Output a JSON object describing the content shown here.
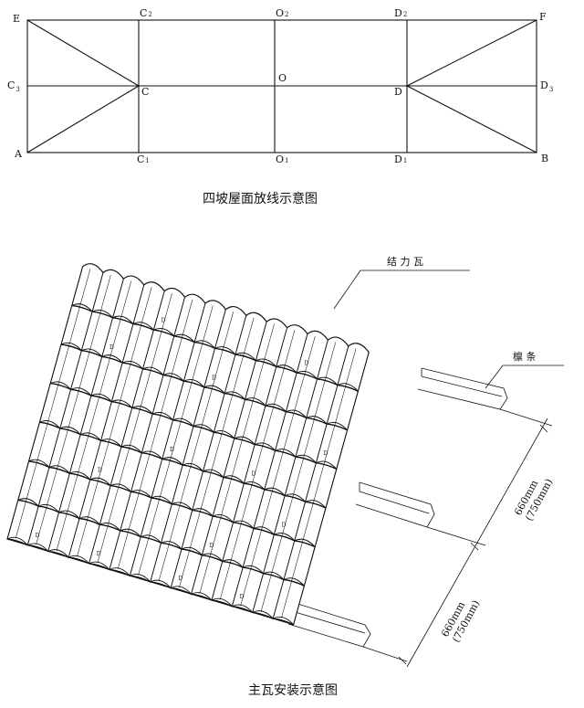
{
  "plan": {
    "caption": "四坡屋面放线示意图",
    "points": {
      "A": {
        "base": "A",
        "sub": ""
      },
      "B": {
        "base": "B",
        "sub": ""
      },
      "E": {
        "base": "E",
        "sub": ""
      },
      "F": {
        "base": "F",
        "sub": ""
      },
      "C": {
        "base": "C",
        "sub": ""
      },
      "C1": {
        "base": "C",
        "sub": "1"
      },
      "C2": {
        "base": "C",
        "sub": "2"
      },
      "C3": {
        "base": "C",
        "sub": "3"
      },
      "O": {
        "base": "O",
        "sub": ""
      },
      "O1": {
        "base": "O",
        "sub": "1"
      },
      "O2": {
        "base": "O",
        "sub": "2"
      },
      "D": {
        "base": "D",
        "sub": ""
      },
      "D1": {
        "base": "D",
        "sub": "1"
      },
      "D2": {
        "base": "D",
        "sub": "2"
      },
      "D3": {
        "base": "D",
        "sub": "3"
      }
    }
  },
  "install": {
    "caption": "主瓦安装示意图",
    "callout_tile": "结 力 瓦",
    "callout_purlin": "檩  条",
    "tile_mark": "D",
    "dim_upper": {
      "value": "660mm",
      "alt": "(750mm)"
    },
    "dim_lower": {
      "value": "660mm",
      "alt": "(750mm)"
    }
  }
}
